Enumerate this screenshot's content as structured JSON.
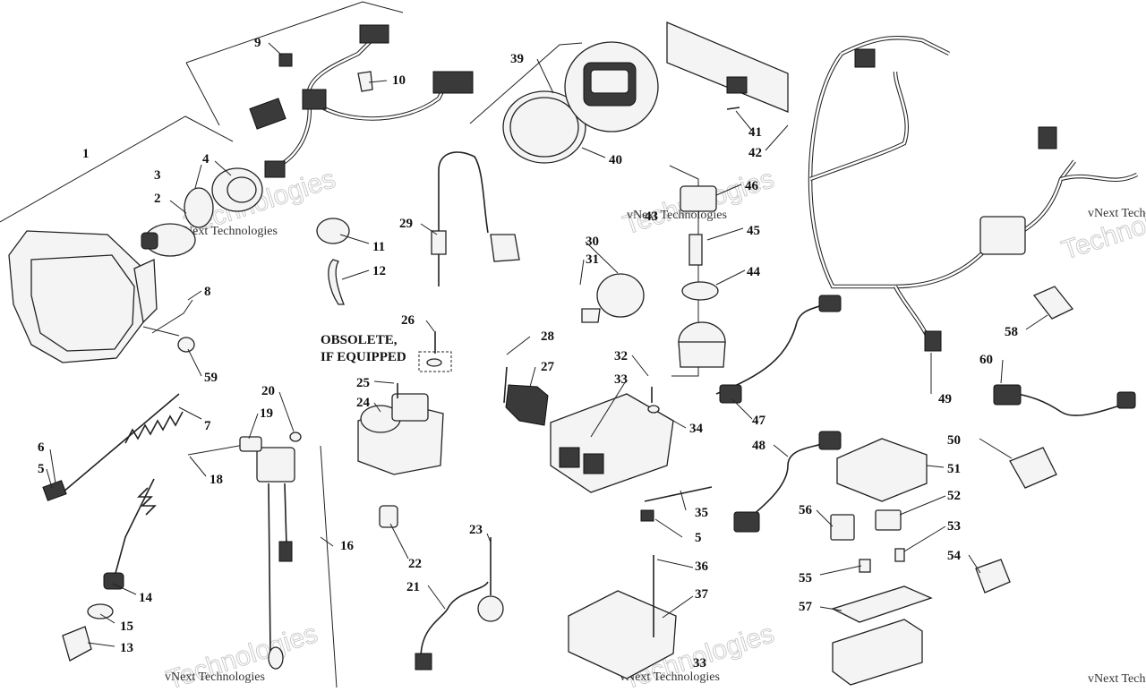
{
  "callouts": [
    {
      "id": "c1",
      "label": "1"
    },
    {
      "id": "c2",
      "label": "2"
    },
    {
      "id": "c3",
      "label": "3"
    },
    {
      "id": "c4",
      "label": "4"
    },
    {
      "id": "c5a",
      "label": "5"
    },
    {
      "id": "c5b",
      "label": "5"
    },
    {
      "id": "c6",
      "label": "6"
    },
    {
      "id": "c7",
      "label": "7"
    },
    {
      "id": "c8",
      "label": "8"
    },
    {
      "id": "c9",
      "label": "9"
    },
    {
      "id": "c10",
      "label": "10"
    },
    {
      "id": "c11",
      "label": "11"
    },
    {
      "id": "c12",
      "label": "12"
    },
    {
      "id": "c13",
      "label": "13"
    },
    {
      "id": "c14",
      "label": "14"
    },
    {
      "id": "c15",
      "label": "15"
    },
    {
      "id": "c16",
      "label": "16"
    },
    {
      "id": "c18",
      "label": "18"
    },
    {
      "id": "c19",
      "label": "19"
    },
    {
      "id": "c20",
      "label": "20"
    },
    {
      "id": "c21",
      "label": "21"
    },
    {
      "id": "c22",
      "label": "22"
    },
    {
      "id": "c23",
      "label": "23"
    },
    {
      "id": "c24",
      "label": "24"
    },
    {
      "id": "c25",
      "label": "25"
    },
    {
      "id": "c26",
      "label": "26"
    },
    {
      "id": "c27",
      "label": "27"
    },
    {
      "id": "c28",
      "label": "28"
    },
    {
      "id": "c29",
      "label": "29"
    },
    {
      "id": "c30",
      "label": "30"
    },
    {
      "id": "c31",
      "label": "31"
    },
    {
      "id": "c32",
      "label": "32"
    },
    {
      "id": "c33a",
      "label": "33"
    },
    {
      "id": "c33b",
      "label": "33"
    },
    {
      "id": "c34",
      "label": "34"
    },
    {
      "id": "c35",
      "label": "35"
    },
    {
      "id": "c36",
      "label": "36"
    },
    {
      "id": "c37",
      "label": "37"
    },
    {
      "id": "c39",
      "label": "39"
    },
    {
      "id": "c40",
      "label": "40"
    },
    {
      "id": "c41",
      "label": "41"
    },
    {
      "id": "c42",
      "label": "42"
    },
    {
      "id": "c43",
      "label": "43"
    },
    {
      "id": "c44",
      "label": "44"
    },
    {
      "id": "c45",
      "label": "45"
    },
    {
      "id": "c46",
      "label": "46"
    },
    {
      "id": "c47",
      "label": "47"
    },
    {
      "id": "c48",
      "label": "48"
    },
    {
      "id": "c49",
      "label": "49"
    },
    {
      "id": "c50",
      "label": "50"
    },
    {
      "id": "c51",
      "label": "51"
    },
    {
      "id": "c52",
      "label": "52"
    },
    {
      "id": "c53",
      "label": "53"
    },
    {
      "id": "c54",
      "label": "54"
    },
    {
      "id": "c55",
      "label": "55"
    },
    {
      "id": "c56",
      "label": "56"
    },
    {
      "id": "c57",
      "label": "57"
    },
    {
      "id": "c58",
      "label": "58"
    },
    {
      "id": "c59",
      "label": "59"
    },
    {
      "id": "c60",
      "label": "60"
    }
  ],
  "note": {
    "line1": "OBSOLETE,",
    "line2": "IF EQUIPPED"
  },
  "watermark": {
    "brand": "vNext",
    "word": "Technologies",
    "full": "vNext Technologies"
  }
}
